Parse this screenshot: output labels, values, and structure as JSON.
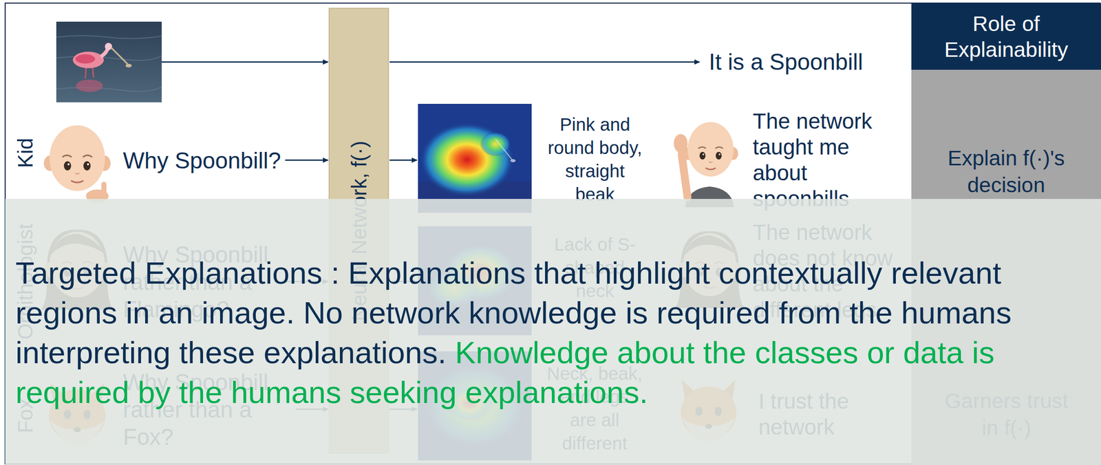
{
  "diagram": {
    "nodes": [
      {
        "text": [
          "Neural Network, f(·)"
        ]
      },
      {
        "text": [
          "Role of Explainability"
        ]
      },
      {
        "text": [
          "Explain f(·)'s decision",
          "Garners trust in f(·)"
        ]
      },
      {
        "text": [
          "Targeted Explanations : Explanations that highlight contextually relevant regions in an image. No network knowledge is required from the humans interpreting these explanations.",
          "Knowledge about the classes or data is required by the humans seeking explanations."
        ]
      }
    ],
    "labels": [
      "It is a Spoonbill",
      "Kid",
      "Why Spoonbill?",
      "Pink and round body, straight beak",
      "The network taught me about spoonbills",
      "Ornithologist",
      "Why Spoonbill rather than a Flamingo?",
      "Lack of S-shaped neck",
      "The network does not know about the different legs",
      "Fox",
      "Why Spoonbill rather than a Fox?",
      "Neck, beak, and legs are all different",
      "I trust the network"
    ]
  }
}
